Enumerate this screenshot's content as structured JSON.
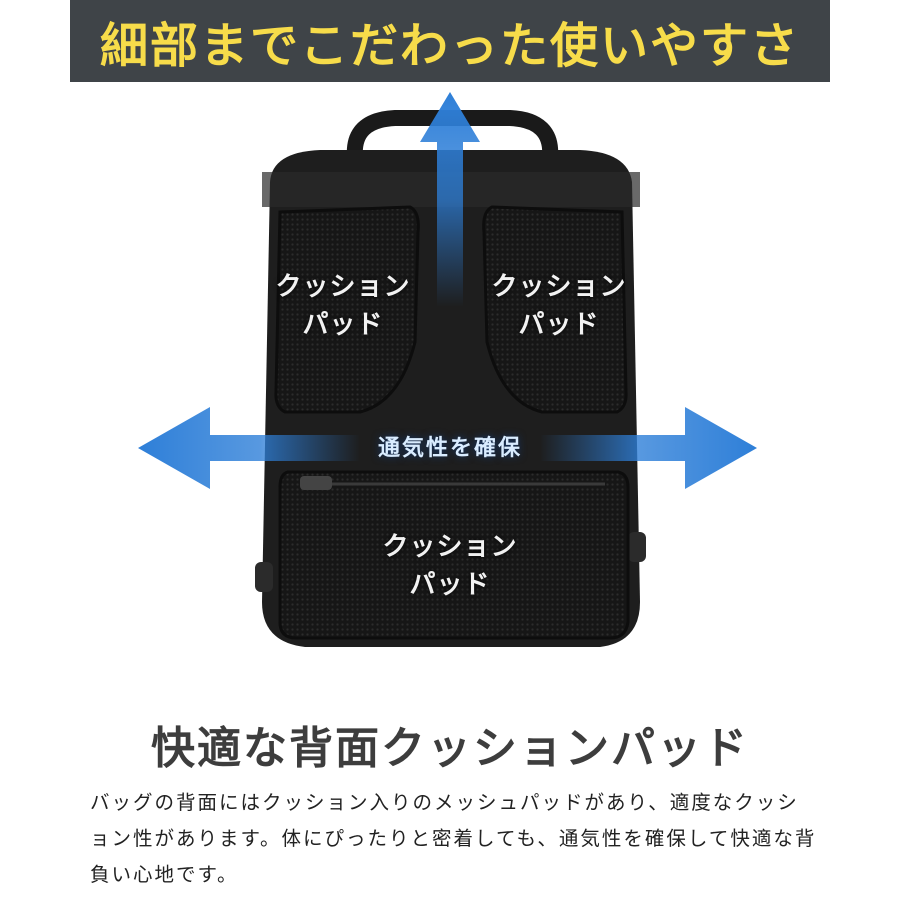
{
  "banner": {
    "title": "細部までこだわった使いやすさ"
  },
  "labels": {
    "pad_top_left": [
      "クッション",
      "パッド"
    ],
    "pad_top_right": [
      "クッション",
      "パッド"
    ],
    "pad_bottom": [
      "クッション",
      "パッド"
    ],
    "ventilation": "通気性を確保"
  },
  "headline": "快適な背面クッションパッド",
  "description": "バッグの背面にはクッション入りのメッシュパッドがあり、適度なクッション性があります。体にぴったりと密着しても、通気性を確保して快適な背負い心地です。",
  "colors": {
    "banner_bg": "#3f4448",
    "banner_text": "#f7dc4a",
    "arrow_blue": "#2e7fd8",
    "bag_black": "#1e1e1e"
  }
}
